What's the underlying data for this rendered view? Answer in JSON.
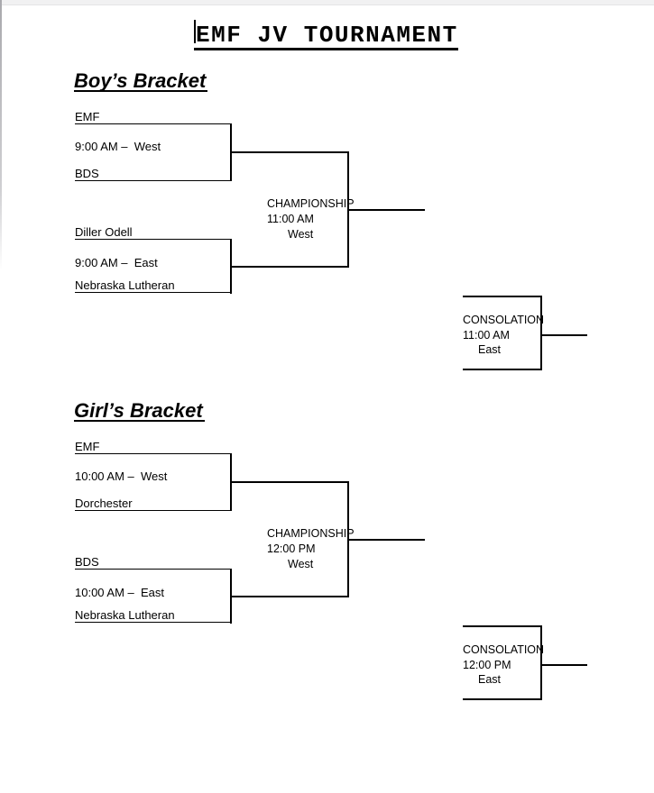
{
  "page": {
    "title": "EMF JV TOURNAMENT"
  },
  "colors": {
    "text": "#000000",
    "lines": "#000000",
    "page_background": "#ffffff",
    "window_strip": "#f1f1f2"
  },
  "brackets": [
    {
      "heading": "Boy’s Bracket",
      "game1": {
        "team_top": "EMF",
        "time": "9:00 AM –  West",
        "team_bottom": "BDS"
      },
      "game2": {
        "team_top": "Diller Odell",
        "time": "9:00 AM –  East",
        "team_bottom": "Nebraska Lutheran"
      },
      "championship": {
        "label": "CHAMPIONSHIP",
        "time": "11:00 AM",
        "location": "West"
      },
      "consolation": {
        "label": "CONSOLATION",
        "time": "11:00 AM",
        "location": "East"
      }
    },
    {
      "heading": "Girl’s Bracket",
      "game1": {
        "team_top": "EMF",
        "time": "10:00 AM –  West",
        "team_bottom": "Dorchester"
      },
      "game2": {
        "team_top": "BDS",
        "time": "10:00 AM –  East",
        "team_bottom": "Nebraska Lutheran"
      },
      "championship": {
        "label": "CHAMPIONSHIP",
        "time": "12:00 PM",
        "location": "West"
      },
      "consolation": {
        "label": "CONSOLATION",
        "time": "12:00 PM",
        "location": "East"
      }
    }
  ]
}
